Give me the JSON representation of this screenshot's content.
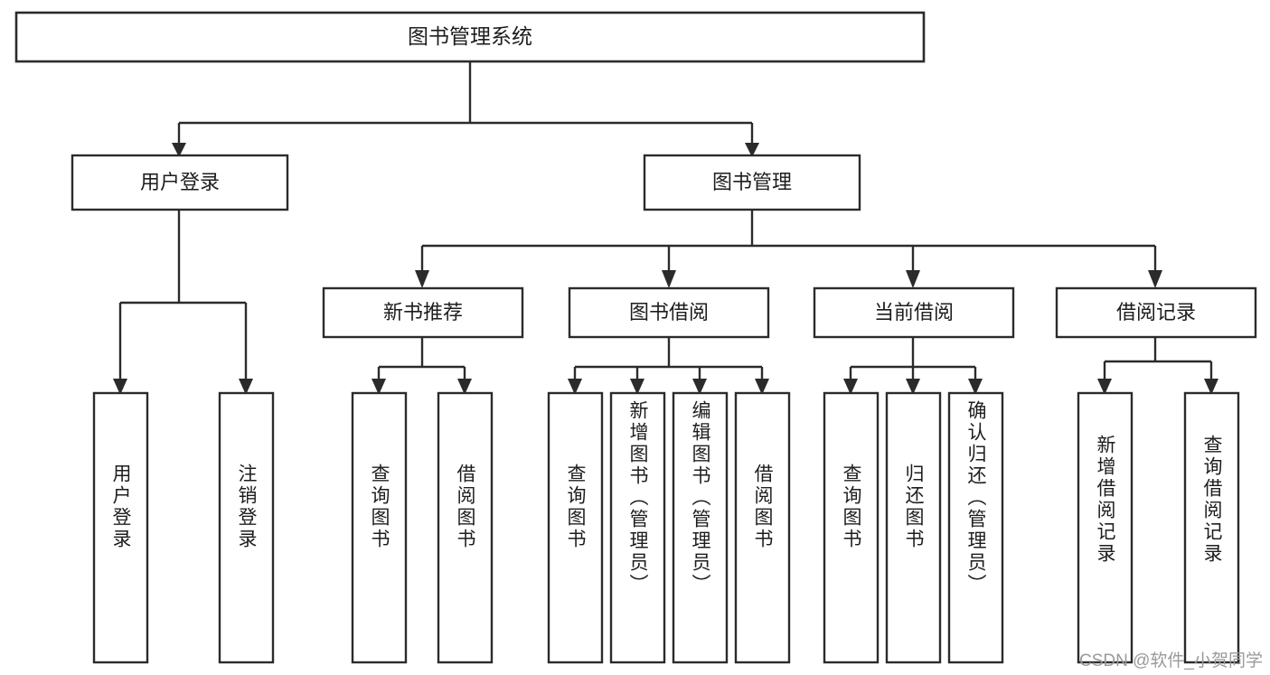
{
  "diagram": {
    "type": "tree",
    "title": "图书管理系统",
    "orientation": "top-down",
    "style": {
      "box_fill": "#ffffff",
      "box_stroke": "#2b2b2b",
      "text_color": "#1d1d1d",
      "background": "#ffffff",
      "watermark_color": "#9a9a9a"
    },
    "root": {
      "label": "图书管理系统"
    },
    "level2": [
      {
        "label": "用户登录"
      },
      {
        "label": "图书管理"
      }
    ],
    "level3": [
      {
        "label": "新书推荐"
      },
      {
        "label": "图书借阅"
      },
      {
        "label": "当前借阅"
      },
      {
        "label": "借阅记录"
      }
    ],
    "leaves": {
      "user_login": [
        {
          "label": "用户登录"
        },
        {
          "label": "注销登录"
        }
      ],
      "new_book_recommend": [
        {
          "label": "查询图书"
        },
        {
          "label": "借阅图书"
        }
      ],
      "book_borrow": [
        {
          "label": "查询图书"
        },
        {
          "label": "新增图书（管理员）"
        },
        {
          "label": "编辑图书（管理员）"
        },
        {
          "label": "借阅图书"
        }
      ],
      "current_borrow": [
        {
          "label": "查询图书"
        },
        {
          "label": "归还图书"
        },
        {
          "label": "确认归还（管理员）"
        }
      ],
      "borrow_record": [
        {
          "label": "新增借阅记录"
        },
        {
          "label": "查询借阅记录"
        }
      ]
    },
    "watermark": "CSDN @软件_小贺同学"
  }
}
